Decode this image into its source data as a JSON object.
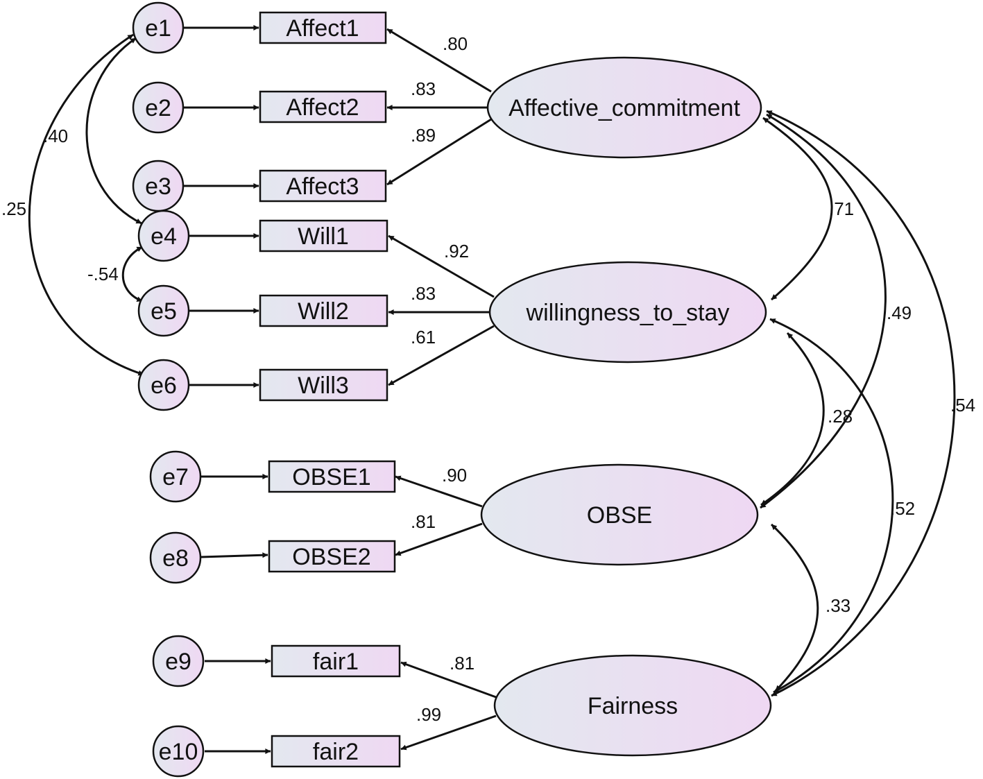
{
  "latents": [
    {
      "id": "affect",
      "label": "Affective_commitment"
    },
    {
      "id": "will",
      "label": "willingness_to_stay"
    },
    {
      "id": "obse",
      "label": "OBSE"
    },
    {
      "id": "fair",
      "label": "Fairness"
    }
  ],
  "indicators": [
    {
      "id": "affect1",
      "label": "Affect1"
    },
    {
      "id": "affect2",
      "label": "Affect2"
    },
    {
      "id": "affect3",
      "label": "Affect3"
    },
    {
      "id": "will1",
      "label": "Will1"
    },
    {
      "id": "will2",
      "label": "Will2"
    },
    {
      "id": "will3",
      "label": "Will3"
    },
    {
      "id": "obse1",
      "label": "OBSE1"
    },
    {
      "id": "obse2",
      "label": "OBSE2"
    },
    {
      "id": "fair1",
      "label": "fair1"
    },
    {
      "id": "fair2",
      "label": "fair2"
    }
  ],
  "errors": [
    {
      "id": "e1",
      "label": "e1"
    },
    {
      "id": "e2",
      "label": "e2"
    },
    {
      "id": "e3",
      "label": "e3"
    },
    {
      "id": "e4",
      "label": "e4"
    },
    {
      "id": "e5",
      "label": "e5"
    },
    {
      "id": "e6",
      "label": "e6"
    },
    {
      "id": "e7",
      "label": "e7"
    },
    {
      "id": "e8",
      "label": "e8"
    },
    {
      "id": "e9",
      "label": "e9"
    },
    {
      "id": "e10",
      "label": "e10"
    }
  ],
  "loadings": [
    {
      "from": "affect",
      "to": "affect1",
      "value": ".80"
    },
    {
      "from": "affect",
      "to": "affect2",
      "value": ".83"
    },
    {
      "from": "affect",
      "to": "affect3",
      "value": ".89"
    },
    {
      "from": "will",
      "to": "will1",
      "value": ".92"
    },
    {
      "from": "will",
      "to": "will2",
      "value": ".83"
    },
    {
      "from": "will",
      "to": "will3",
      "value": ".61"
    },
    {
      "from": "obse",
      "to": "obse1",
      "value": ".90"
    },
    {
      "from": "obse",
      "to": "obse2",
      "value": ".81"
    },
    {
      "from": "fair",
      "to": "fair1",
      "value": ".81"
    },
    {
      "from": "fair",
      "to": "fair2",
      "value": ".99"
    }
  ],
  "latent_correlations": [
    {
      "a": "affect",
      "b": "will",
      "value": ".71"
    },
    {
      "a": "affect",
      "b": "obse",
      "value": ".49"
    },
    {
      "a": "affect",
      "b": "fair",
      "value": ".54"
    },
    {
      "a": "will",
      "b": "obse",
      "value": ".28"
    },
    {
      "a": "will",
      "b": "fair",
      "value": ".52"
    },
    {
      "a": "obse",
      "b": "fair",
      "value": ".33"
    }
  ],
  "error_covariances": [
    {
      "a": "e1",
      "b": "e4",
      "value": ".40"
    },
    {
      "a": "e1",
      "b": "e6",
      "value": ".25"
    },
    {
      "a": "e4",
      "b": "e5",
      "value": "-.54"
    }
  ],
  "colors": {
    "fill_start": "#e3e8ef",
    "fill_end": "#efd8f3",
    "stroke": "#111111"
  }
}
